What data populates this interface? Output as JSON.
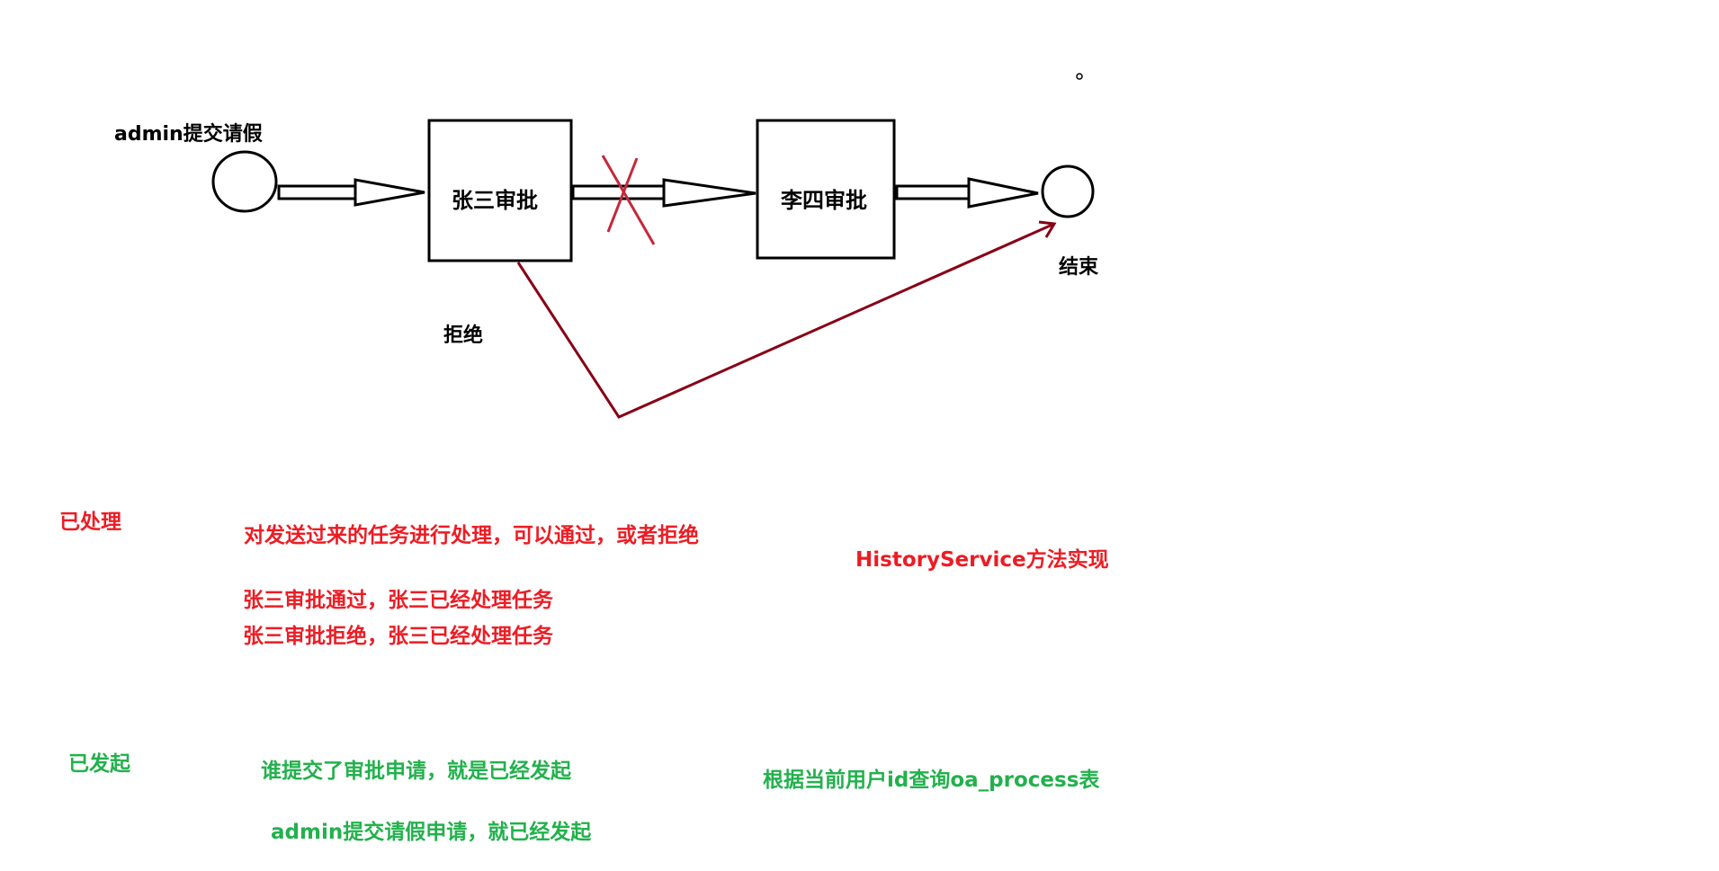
{
  "flow": {
    "start_label": "admin提交请假",
    "task1_label": "张三审批",
    "task2_label": "李四审批",
    "end_label": "结束",
    "reject_label": "拒绝"
  },
  "processed": {
    "heading": "已处理",
    "desc": "对发送过来的任务进行处理，可以通过，或者拒绝",
    "example1": "张三审批通过，张三已经处理任务",
    "example2": "张三审批拒绝，张三已经处理任务",
    "impl": "HistoryService方法实现"
  },
  "initiated": {
    "heading": "已发起",
    "desc": "谁提交了审批申请，就是已经发起",
    "example": "admin提交请假申请，就已经发起",
    "impl": "根据当前用户id查询oa_process表"
  },
  "colors": {
    "red_text": "#ed1c24",
    "green_text": "#22b14c",
    "reject_line": "#880015"
  }
}
